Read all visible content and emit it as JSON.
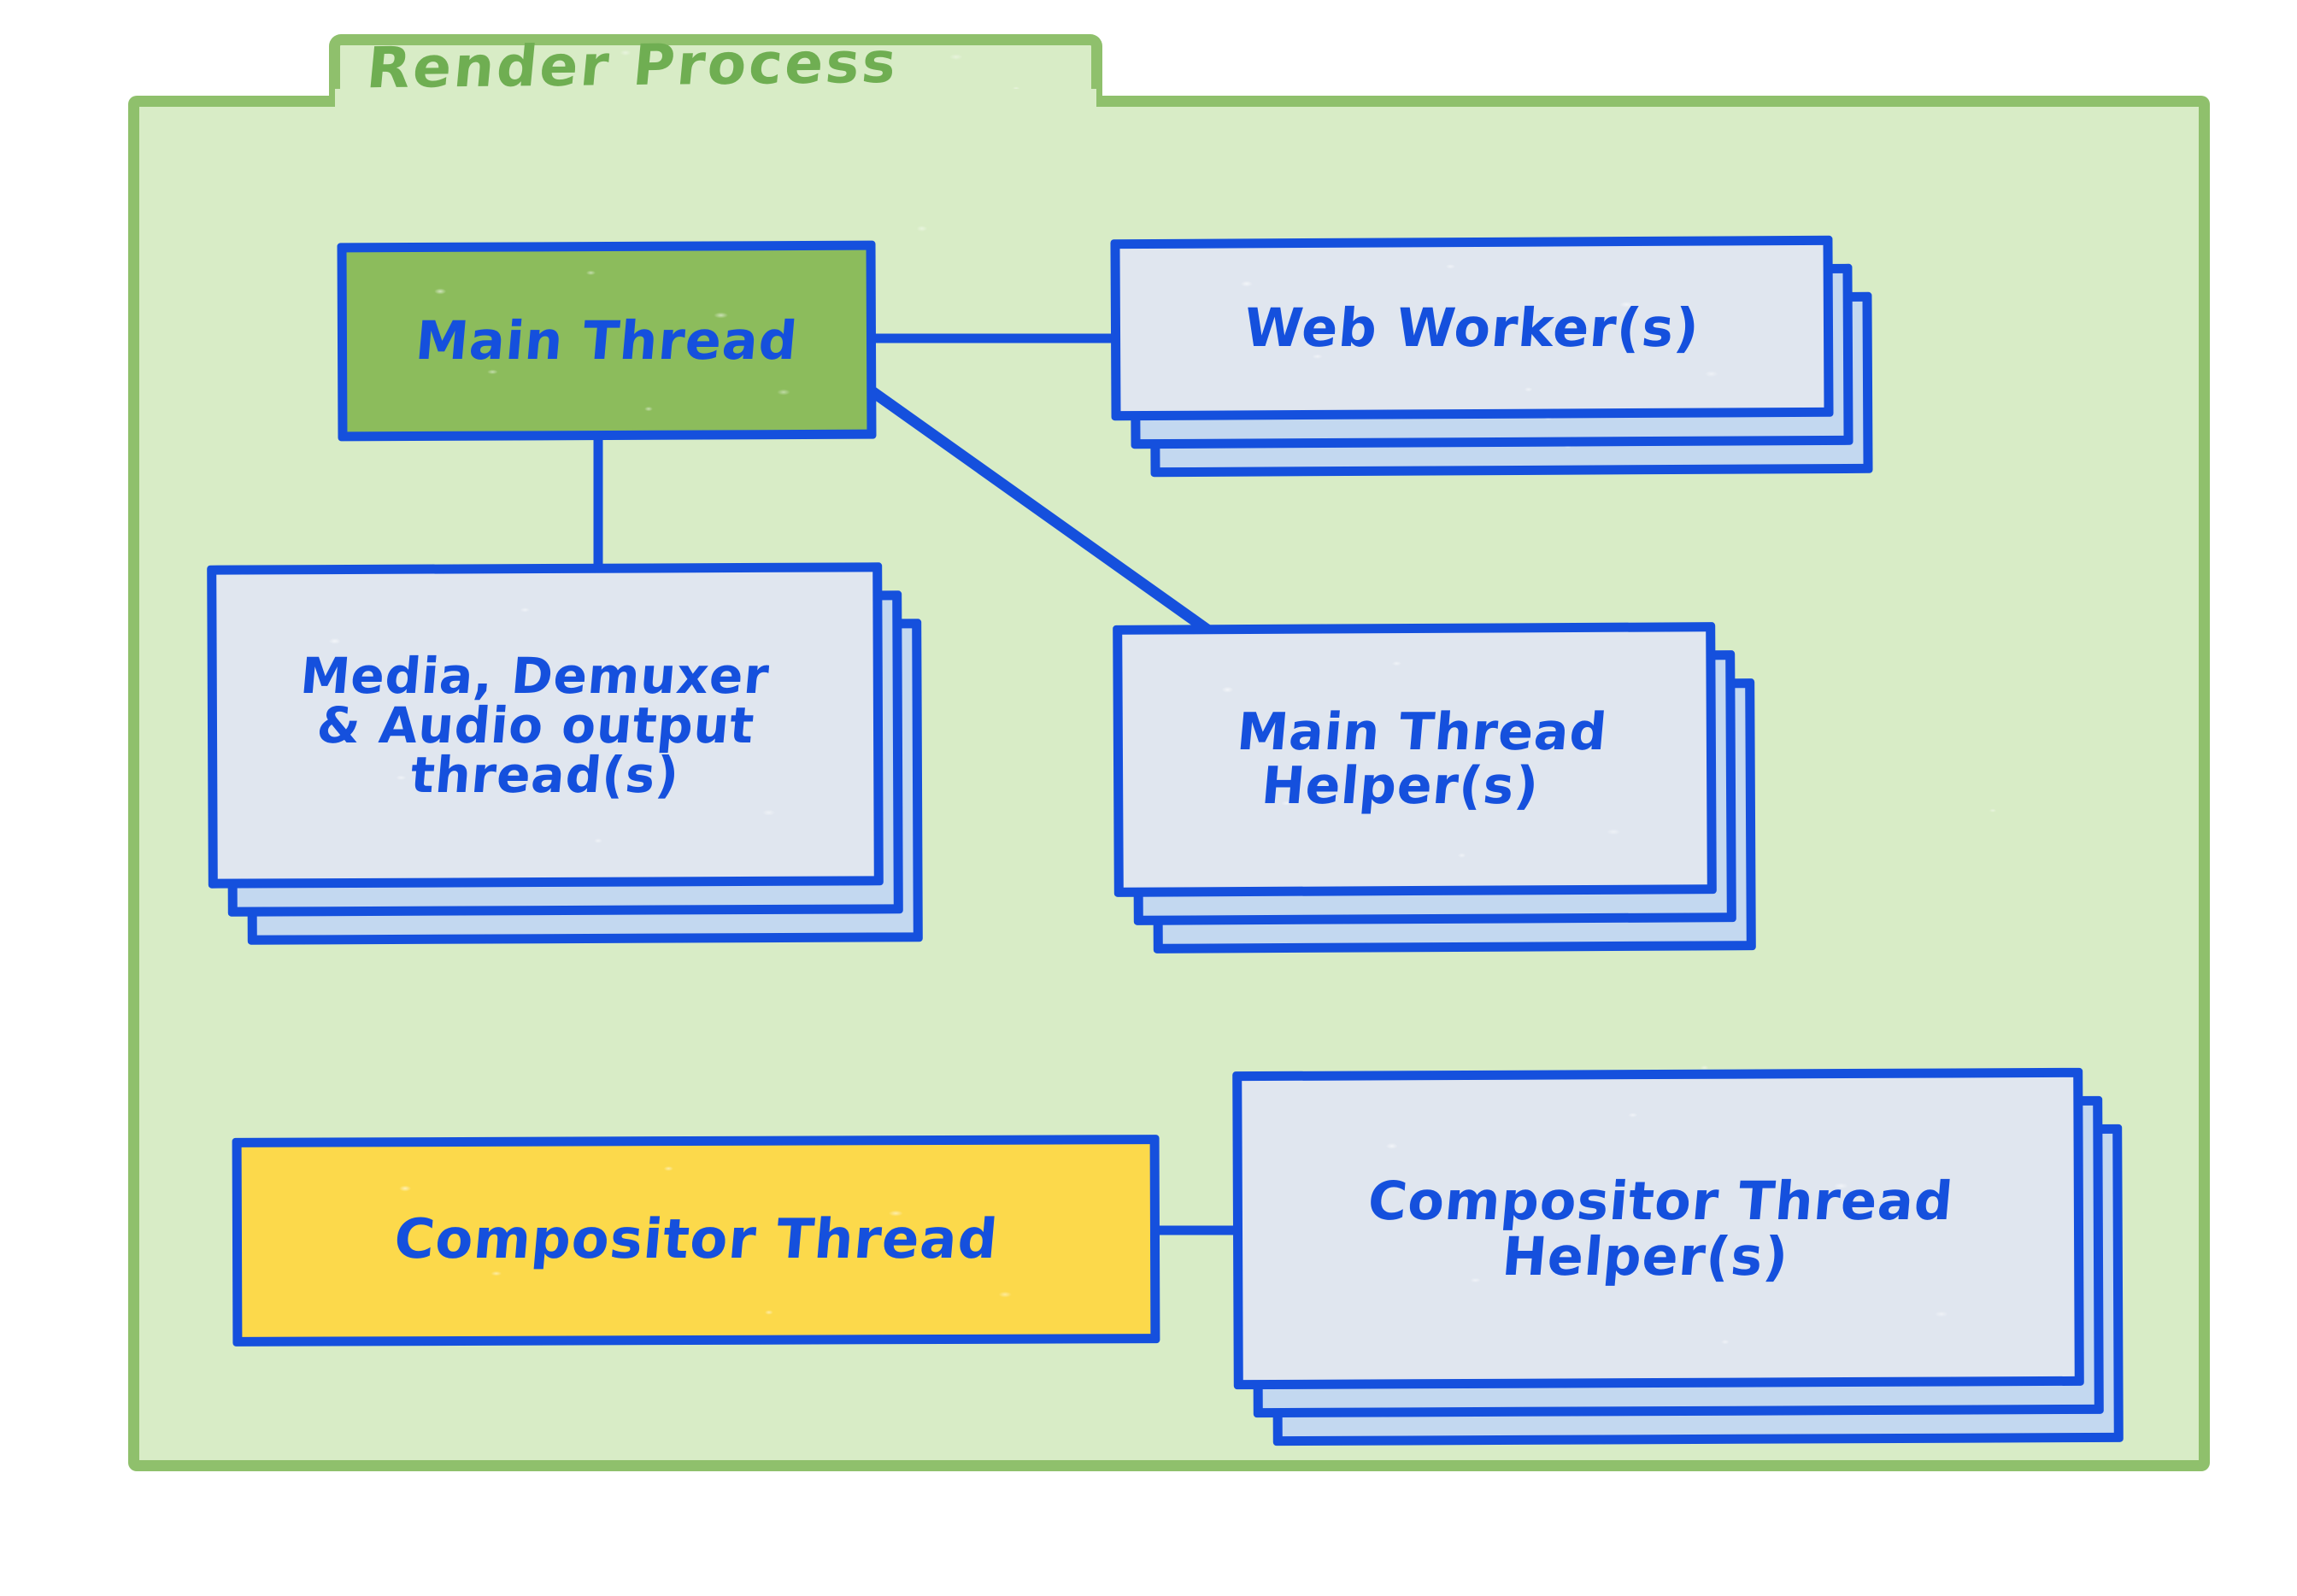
{
  "diagram": {
    "title": "Render Process",
    "title_color": "#6fae52",
    "container_fill": "#d8ecc6",
    "container_border": "#8fc06c",
    "accent_blue": "#1550dd",
    "card_front_fill": "#e0e6ef",
    "card_back_fill": "#c3d8f0",
    "main_thread_fill": "#8cbc5c",
    "compositor_fill": "#fcd94b"
  },
  "nodes": {
    "main_thread": {
      "label": "Main Thread",
      "lines": [
        "Main Thread"
      ],
      "stack": 1,
      "style": "green"
    },
    "web_worker": {
      "label": "Web Worker(s)",
      "lines": [
        "Web Worker(s)"
      ],
      "stack": 3,
      "style": "card"
    },
    "media_thread": {
      "label": "Media, Demuxer & Audio output thread(s)",
      "lines": [
        "Media, Demuxer",
        "& Audio output",
        "thread(s)"
      ],
      "stack": 3,
      "style": "card"
    },
    "main_thread_helper": {
      "label": "Main Thread Helper(s)",
      "lines": [
        "Main Thread",
        "Helper(s)"
      ],
      "stack": 3,
      "style": "card"
    },
    "compositor_thread": {
      "label": "Compositor Thread",
      "lines": [
        "Compositor Thread"
      ],
      "stack": 1,
      "style": "yellow"
    },
    "compositor_thread_helper": {
      "label": "Compositor Thread Helper(s)",
      "lines": [
        "Compositor Thread",
        "Helper(s)"
      ],
      "stack": 3,
      "style": "card"
    }
  },
  "connections": [
    {
      "name": "main-thread-to-web-worker",
      "from": "main_thread",
      "to": "web_worker",
      "kind": "horizontal"
    },
    {
      "name": "main-thread-to-main-thread-helper",
      "from": "main_thread",
      "to": "main_thread_helper",
      "kind": "diagonal"
    },
    {
      "name": "main-thread-to-media-thread",
      "from": "main_thread",
      "to": "media_thread",
      "kind": "vertical"
    },
    {
      "name": "compositor-thread-to-compositor-thread-helper",
      "from": "compositor_thread",
      "to": "compositor_thread_helper",
      "kind": "horizontal"
    }
  ]
}
